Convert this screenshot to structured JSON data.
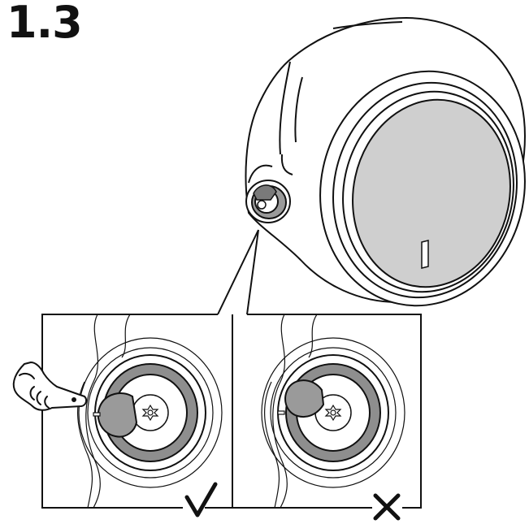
{
  "step": {
    "number": "1.3"
  },
  "panels": [
    {
      "id": "correct",
      "verdict_icon": "checkmark-icon"
    },
    {
      "id": "incorrect",
      "verdict_icon": "cross-icon"
    }
  ],
  "colors": {
    "stroke": "#111111",
    "glass": "#cfcfcf",
    "ring": "#8e8e8e",
    "knob": "#9a9a9a",
    "background": "#ffffff"
  },
  "icons": [
    "pointing-hand-icon",
    "screw-icon",
    "checkmark-icon",
    "cross-icon"
  ]
}
